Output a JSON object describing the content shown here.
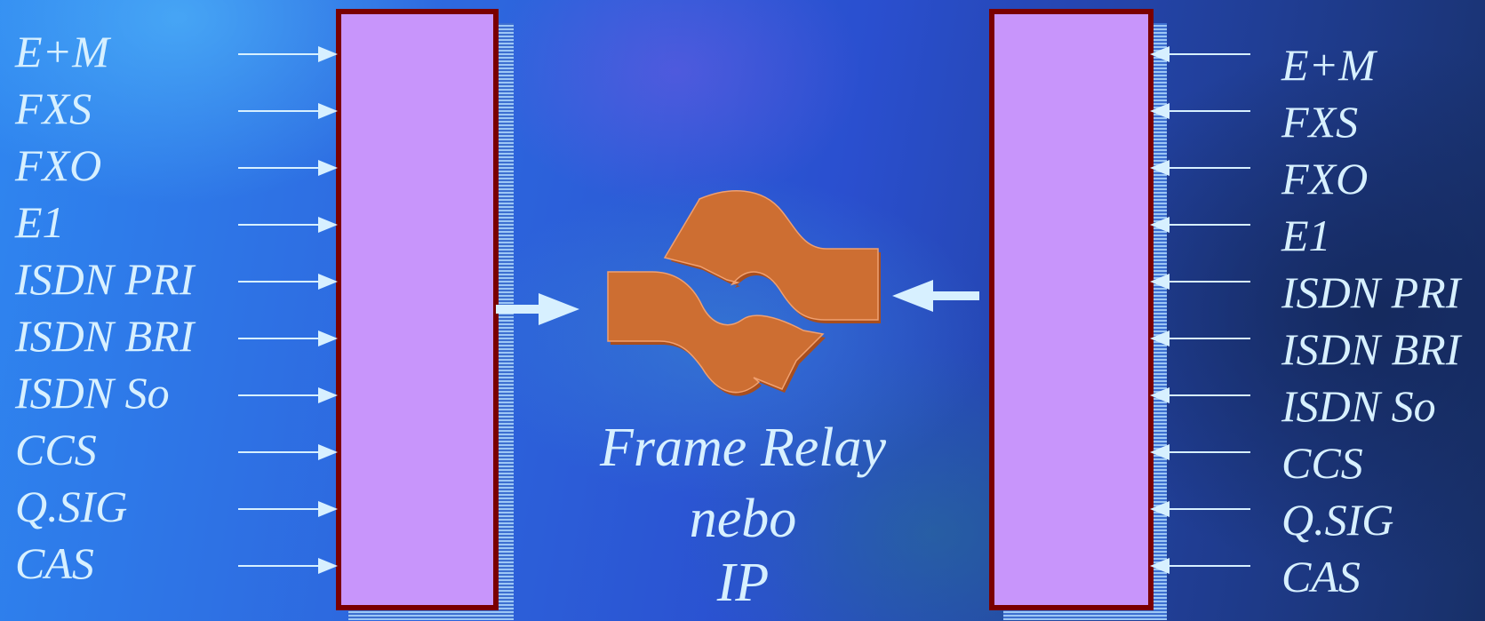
{
  "left_labels": [
    "E+M",
    "FXS",
    "FXO",
    "E1",
    "ISDN PRI",
    "ISDN BRI",
    "ISDN So",
    "CCS",
    "Q.SIG",
    "CAS"
  ],
  "right_labels": [
    "E+M",
    "FXS",
    "FXO",
    "E1",
    "ISDN PRI",
    "ISDN BRI",
    "ISDN So",
    "CCS",
    "Q.SIG",
    "CAS"
  ],
  "center": {
    "line1": "Frame Relay",
    "line2": "nebo",
    "line3": "IP"
  },
  "colors": {
    "label_text": "#d7f0ff",
    "device_fill": "#c895fb",
    "device_border": "#7a0000",
    "arrow": "#d7f0ff",
    "exchange_icon": "#cd6e32"
  },
  "icons": {
    "exchange": "exchange-arrows-icon"
  }
}
